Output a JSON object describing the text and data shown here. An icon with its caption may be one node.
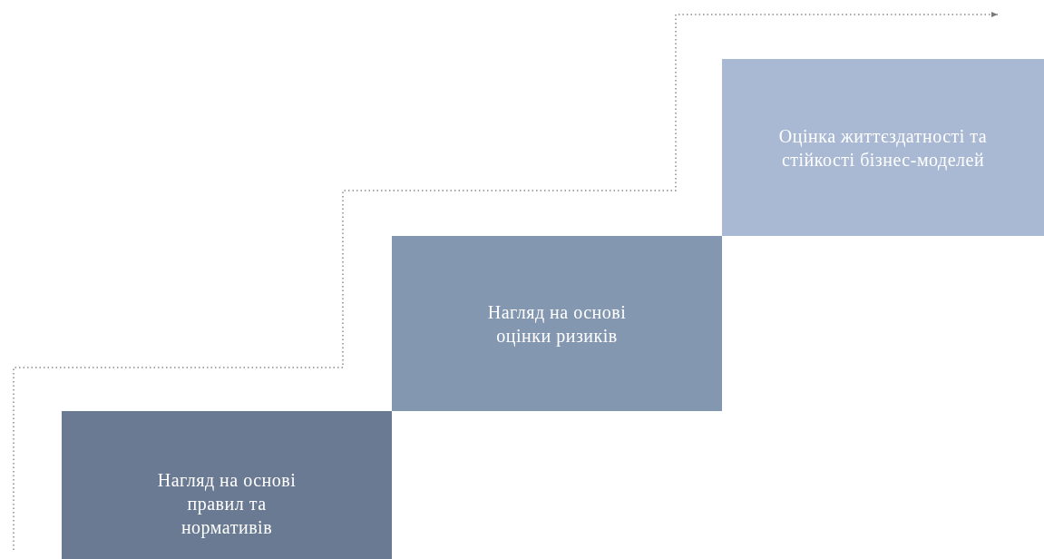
{
  "diagram": {
    "nodes": [
      {
        "text": [
          "Нагляд на основі правил та нормативів"
        ]
      },
      {
        "text": [
          "Нагляд на основі оцінки ризиків"
        ]
      },
      {
        "text": [
          "Оцінка життєздатності та стійкості бізнес-моделей"
        ]
      }
    ]
  }
}
